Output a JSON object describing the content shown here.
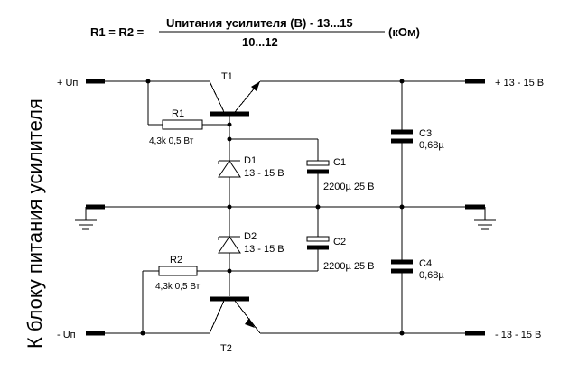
{
  "formula": {
    "lhs": "R1 = R2 =",
    "numerator": "Uпитания усилителя (В) - 13...15",
    "denominator": "10...12",
    "unit": "(кОм)"
  },
  "side_label": "К блоку питания усилителя",
  "terminals": {
    "in_pos": "+ Uп",
    "in_neg": "- Uп",
    "out_pos": "+ 13 - 15 В",
    "out_neg": "- 13 - 15 В"
  },
  "components": {
    "T1": {
      "name": "T1"
    },
    "T2": {
      "name": "T2"
    },
    "R1": {
      "name": "R1",
      "value": "4,3k 0,5 Вт"
    },
    "R2": {
      "name": "R2",
      "value": "4,3k 0,5 Вт"
    },
    "D1": {
      "name": "D1",
      "value": "13 - 15 В"
    },
    "D2": {
      "name": "D2",
      "value": "13 - 15 В"
    },
    "C1": {
      "name": "C1",
      "value": "2200µ 25 В"
    },
    "C2": {
      "name": "C2",
      "value": "2200µ 25 В"
    },
    "C3": {
      "name": "C3",
      "value": "0,68µ"
    },
    "C4": {
      "name": "C4",
      "value": "0,68µ"
    }
  },
  "colors": {
    "ink": "#000000",
    "background": "#ffffff"
  }
}
